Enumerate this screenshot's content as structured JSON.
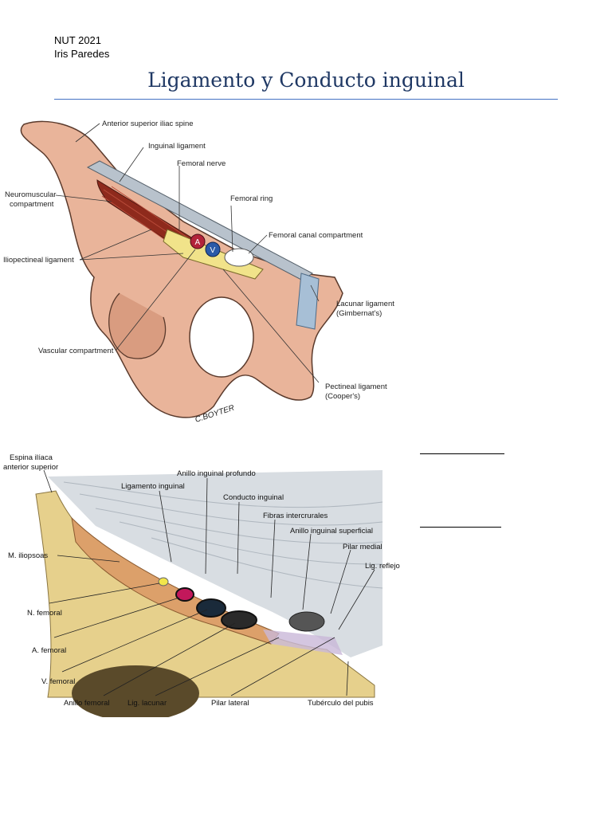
{
  "header": {
    "line1": "NUT 2021",
    "line2": "Iris Paredes"
  },
  "title": "Ligamento y Conducto inguinal",
  "figure1": {
    "labels": {
      "asis": "Anterior superior iliac spine",
      "inguinal": "Inguinal ligament",
      "femoral_nerve": "Femoral nerve",
      "neuromuscular_1": "Neuromuscular",
      "neuromuscular_2": "compartment",
      "femoral_ring": "Femoral ring",
      "femoral_canal": "Femoral canal compartment",
      "iliopectineal": "Iliopectineal ligament",
      "lacunar_1": "Lacunar ligament",
      "lacunar_2": "(Gimbernat's)",
      "vascular": "Vascular compartment",
      "pectineal_1": "Pectineal ligament",
      "pectineal_2": "(Cooper's)",
      "artery_letter": "A",
      "vein_letter": "V",
      "signature": "C.BOYTER"
    }
  },
  "figure2": {
    "labels": {
      "espina_1": "Espina ilíaca",
      "espina_2": "anterior superior",
      "anillo_profundo": "Anillo inguinal profundo",
      "lig_inguinal": "Ligamento inguinal",
      "conducto": "Conducto inguinal",
      "fibras": "Fibras intercrurales",
      "anillo_superficial": "Anillo inguinal superficial",
      "m_iliopsoas": "M. iliopsoas",
      "pilar_medial": "Pilar medial",
      "lig_reflejo": "Lig. reflejo",
      "n_femoral": "N. femoral",
      "a_femoral": "A. femoral",
      "v_femoral": "V. femoral",
      "anillo_femoral": "Anillo femoral",
      "lig_lacunar": "Lig. lacunar",
      "pilar_lateral": "Pilar lateral",
      "tuberculo": "Tubérculo del pubis"
    }
  },
  "colors": {
    "title": "#1f3864",
    "rule": "#4472c4",
    "bone": "#e9b49a",
    "bone_dark": "#c88a70",
    "muscle": "#8e2a1c",
    "artery": "#b3243a",
    "vein": "#2b5aa8",
    "yellow_fat": "#f1e38a",
    "ligament": "#b8c2cc",
    "bone2": "#e6d08c",
    "muscle2": "#dca06a"
  }
}
